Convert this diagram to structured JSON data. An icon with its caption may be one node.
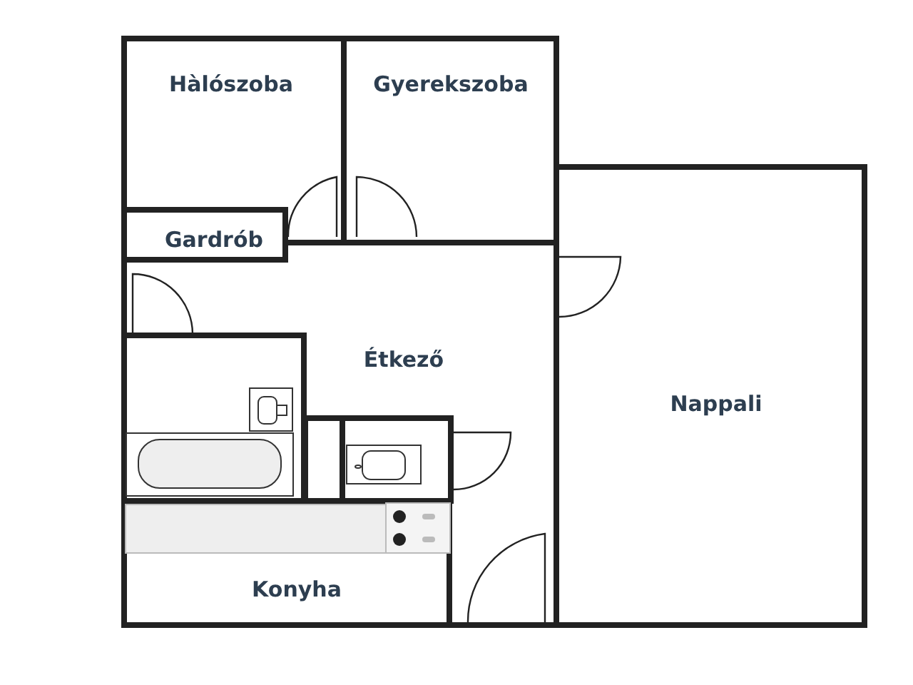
{
  "diagram": {
    "nodes": [
      {
        "text": [
          "Hàlószoba"
        ]
      },
      {
        "text": [
          "Gyerekszoba"
        ]
      },
      {
        "text": [
          "Gardrób"
        ]
      },
      {
        "text": [
          "Étkező"
        ]
      },
      {
        "text": [
          "Nappali"
        ]
      },
      {
        "text": [],
        "shape": "box"
      },
      {
        "text": [],
        "shape": "box"
      },
      {
        "text": [
          "Konyha"
        ]
      }
    ]
  }
}
